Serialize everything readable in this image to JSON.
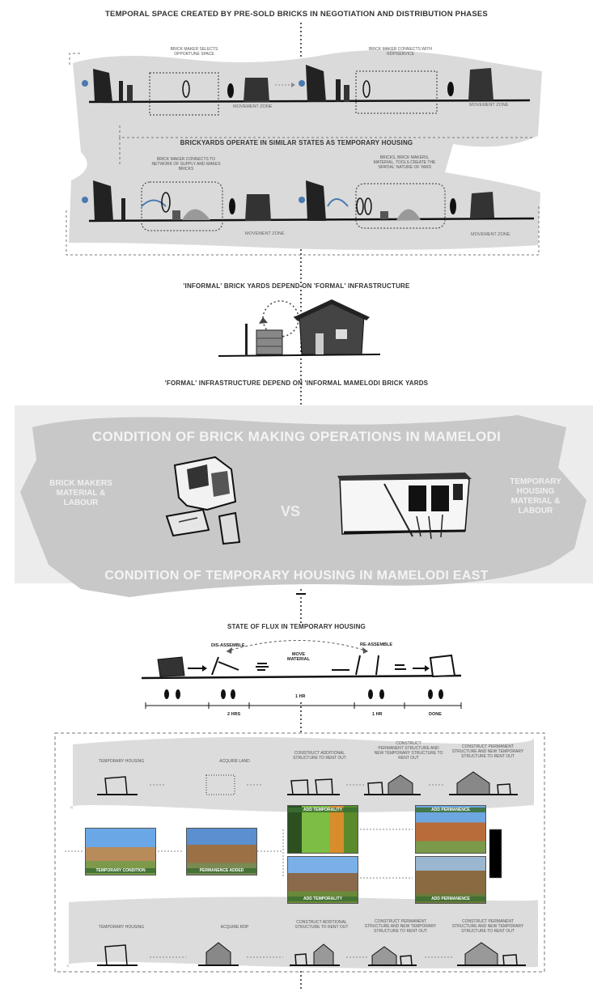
{
  "top": {
    "title": "TEMPORAL SPACE CREATED BY PRE-SOLD BRICKS IN NEGOTIATION AND DISTRIBUTION PHASES",
    "note_left": "BRICK MAKER SELECTS\nOPPORTUNE SPACE",
    "note_right": "BRICK MAKER CONNECTS WITH\nRDP/SERVICE",
    "movement_zone": "MOVEMENT ZONE",
    "subtitle": "BRICKYARDS OPERATE IN SIMILAR STATES AS TEMPORARY HOUSING",
    "note_left2": "BRICK MAKER CONNECTS TO\nNETWORK OF SUPPLY AND MAKES\nBRICKS",
    "note_right2": "BRICKS, BRICK MAKERS,\nMATERIAL, TOOLS CREATE THE\n'SPATIAL' NATURE OF YARD"
  },
  "mid": {
    "caption_top": "'INFORMAL' BRICK YARDS DEPEND ON 'FORMAL' INFRASTRUCTURE",
    "caption_bottom": "'FORMAL' INFRASTRUCTURE DEPEND ON 'INFORMAL MAMELODI BRICK YARDS"
  },
  "band": {
    "title_top": "CONDITION OF BRICK MAKING OPERATIONS IN MAMELODI",
    "left_label": "BRICK MAKERS\nMATERIAL &\nLABOUR",
    "vs": "VS",
    "right_label": "TEMPORARY\nHOUSING\nMATERIAL &\nLABOUR",
    "title_bottom": "CONDITION OF TEMPORARY HOUSING IN MAMELODI EAST"
  },
  "flux": {
    "title": "STATE OF FLUX IN TEMPORARY HOUSING",
    "disassemble": "DIS-ASSEMBLE",
    "move": "MOVE\nMATERIAL",
    "reassemble": "RE-ASSEMBLE",
    "t1": "2 HRS",
    "t2": "1 HR",
    "t3": "1 HR",
    "t4": "DONE"
  },
  "bottom": {
    "row1": [
      "TEMPORARY HOUSING",
      "ACQUIRE LAND",
      "CONSTRUCT ADDITIONAL\nSTRUCTURE TO RENT OUT",
      "CONSTRUCT\nPERMANENT STRUCTURE AND\nNEW TEMPORARY STRUCTURE TO\nRENT OUT",
      "CONSTRUCT PERMANENT\nSTRUCTURE AND NEW TEMPORARY\nSTRUCTURE TO RENT OUT"
    ],
    "photo1": "TEMPORARY CONDITION",
    "photo2": "PERMANENCE ADDED",
    "photo3": "ADD TEMPORALITY",
    "photo4": "ADD TEMPORALITY",
    "photo5": "ADD PERMANENCE",
    "photo6": "ADD PERMANENCE",
    "row3": [
      "TEMPORARY HOUSING",
      "ACQUIRE RDP",
      "CONSTRUCT ADDITIONAL\nSTRUCTURE TO RENT OUT",
      "CONSTRUCT PERMANENT\nSTRUCTURE AND NEW TEMPORARY\nSTRUCTURE TO RENT OUT",
      "CONSTRUCT PERMANENT\nSTRUCTURE AND NEW TEMPORARY\nSTRUCTURE TO RENT OUT"
    ]
  }
}
